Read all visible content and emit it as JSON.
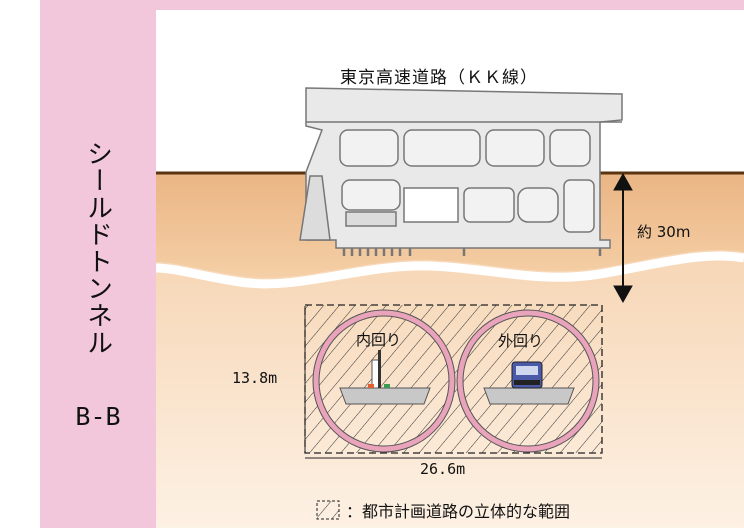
{
  "side": {
    "title": "シールドトンネル",
    "code": "B-B"
  },
  "labels": {
    "road_name": "東京高速道路（ＫＫ線）",
    "depth": "約 30m",
    "inner_loop": "内回り",
    "outer_loop": "外回り",
    "height": "13.8m",
    "width": "26.6m"
  },
  "legend": {
    "text": "：都市計画道路の立体的な範囲"
  },
  "colors": {
    "side_panel": "#f2c7dc",
    "ground_top": "#efbe8c",
    "ground_deep": "#f9e0c6",
    "surface_line": "#5a3311",
    "structure": "#e8e8e8",
    "tunnel_ring": "#e9a3ba",
    "hatch": "#333333"
  }
}
